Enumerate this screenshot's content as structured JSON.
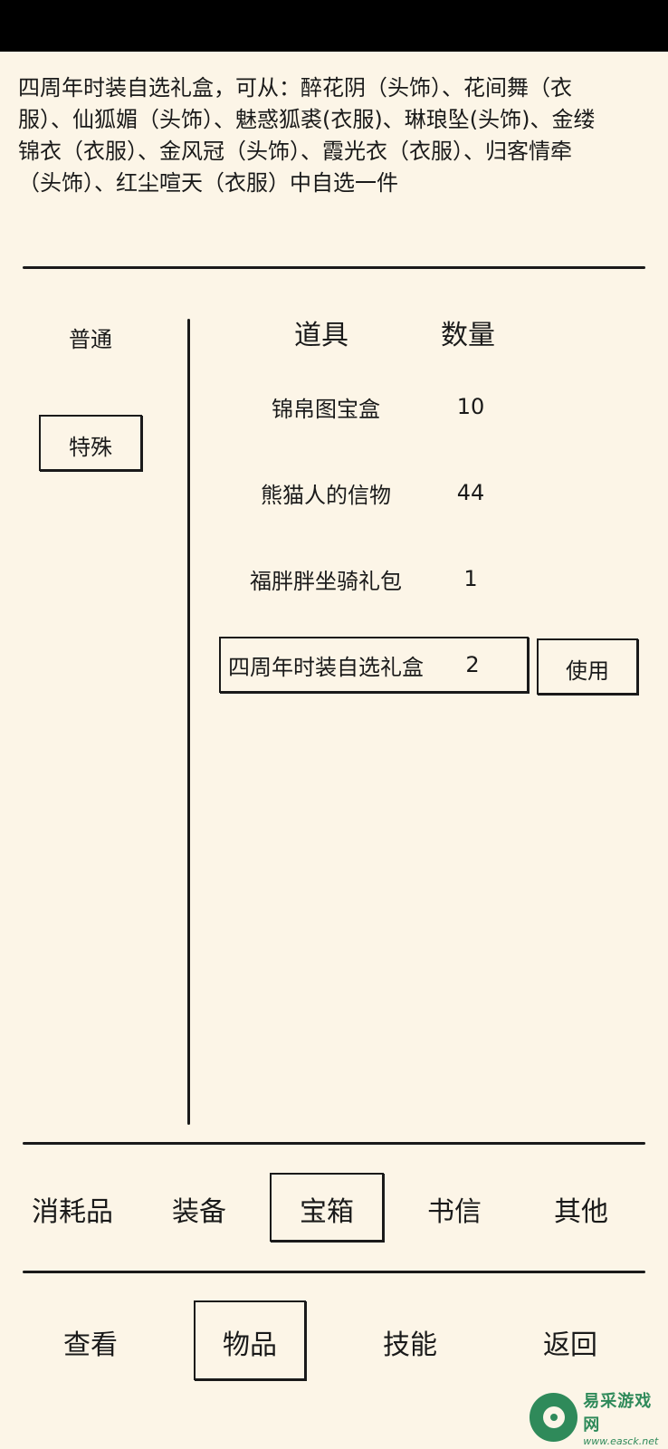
{
  "description": "四周年时装自选礼盒，可从：醉花阴（头饰）、花间舞（衣服）、仙狐媚（头饰）、魅惑狐裘(衣服)、琳琅坠(头饰)、金缕锦衣（衣服）、金风冠（头饰）、霞光衣（衣服）、归客情牵（头饰）、红尘喧天（衣服）中自选一件",
  "categories": [
    {
      "label": "普通"
    },
    {
      "label": "特殊"
    }
  ],
  "table": {
    "col_item": "道具",
    "col_qty": "数量",
    "rows": [
      {
        "name": "锦帛图宝盒",
        "qty": "10"
      },
      {
        "name": "熊猫人的信物",
        "qty": "44"
      },
      {
        "name": "福胖胖坐骑礼包",
        "qty": "1"
      },
      {
        "name": "四周年时装自选礼盒",
        "qty": "2"
      }
    ],
    "use_label": "使用"
  },
  "tabs": [
    {
      "label": "消耗品"
    },
    {
      "label": "装备"
    },
    {
      "label": "宝箱"
    },
    {
      "label": "书信"
    },
    {
      "label": "其他"
    }
  ],
  "nav": [
    {
      "label": "查看"
    },
    {
      "label": "物品"
    },
    {
      "label": "技能"
    },
    {
      "label": "返回"
    }
  ],
  "watermark": {
    "name": "易采游戏网",
    "url": "www.easck.net",
    "color": "#2f8a5a"
  }
}
